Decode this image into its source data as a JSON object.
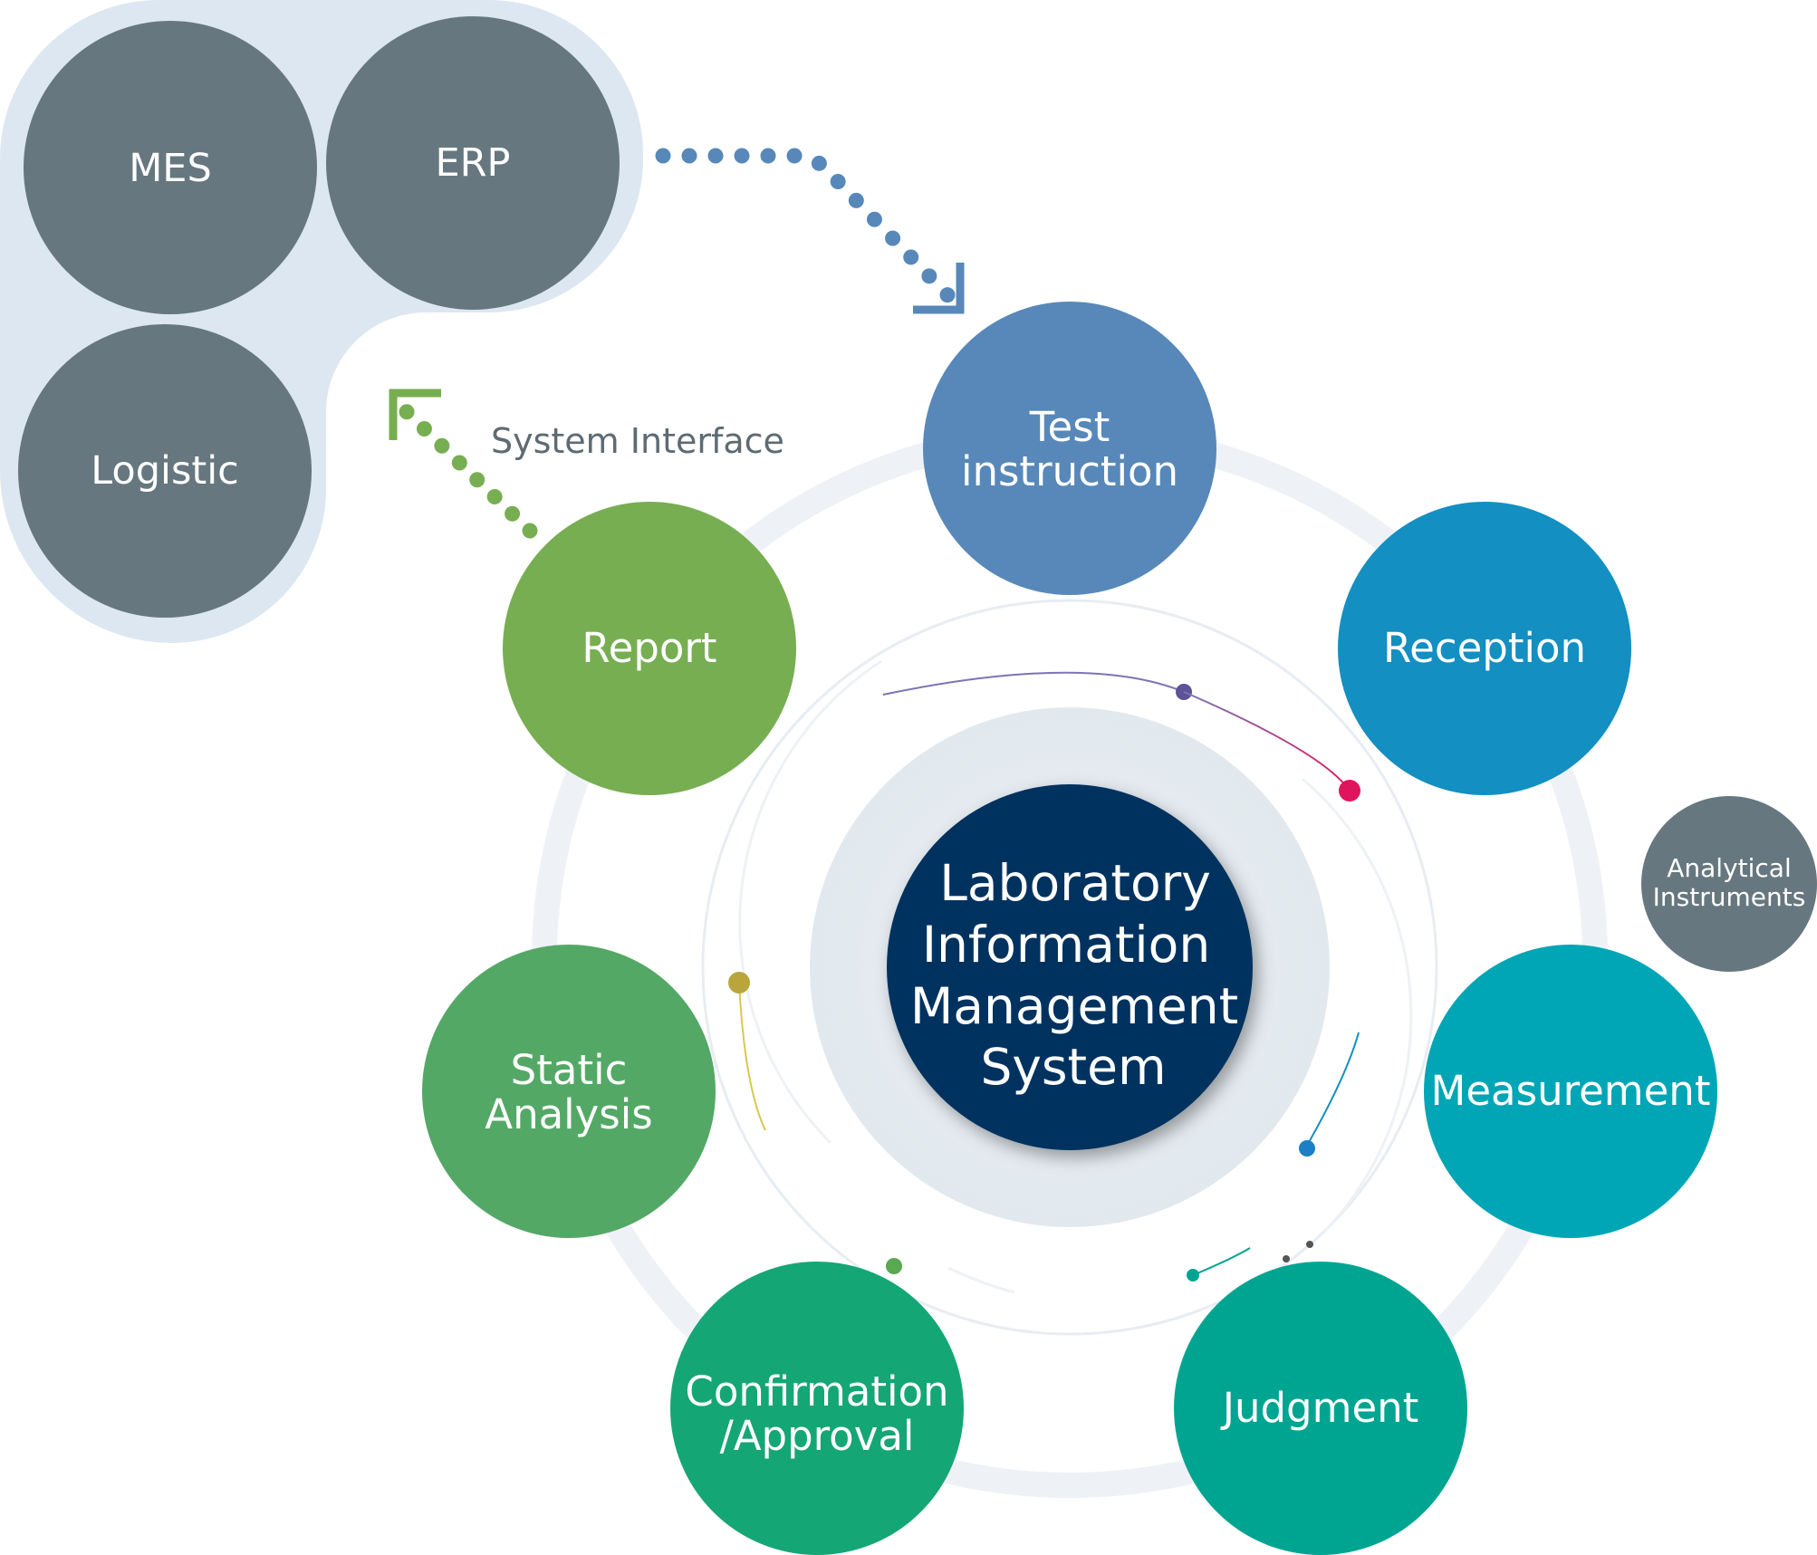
{
  "center": {
    "lines": [
      "Laboratory",
      "Information",
      "Management",
      "System"
    ],
    "color": "#02305f"
  },
  "external_systems": {
    "panel_color": "#dde7f1",
    "node_color": "#66777f",
    "nodes": [
      {
        "id": "mes",
        "lines": [
          "MES"
        ]
      },
      {
        "id": "erp",
        "lines": [
          "ERP"
        ]
      },
      {
        "id": "logistic",
        "lines": [
          "Logistic"
        ]
      }
    ]
  },
  "interface_label": "System Interface",
  "process_steps": [
    {
      "id": "test-instruction",
      "lines": [
        "Test",
        "instruction"
      ],
      "color": "#5788b9"
    },
    {
      "id": "reception",
      "lines": [
        "Reception"
      ],
      "color": "#138fc2"
    },
    {
      "id": "measurement",
      "lines": [
        "Measurement"
      ],
      "color": "#00a6b5"
    },
    {
      "id": "judgment",
      "lines": [
        "Judgment"
      ],
      "color": "#00a591"
    },
    {
      "id": "confirmation-approval",
      "lines": [
        "Confirmation",
        "/Approval"
      ],
      "color": "#15a676"
    },
    {
      "id": "static-analysis",
      "lines": [
        "Static",
        "Analysis"
      ],
      "color": "#54a866"
    },
    {
      "id": "report",
      "lines": [
        "Report"
      ],
      "color": "#77ae52"
    }
  ],
  "analytical_instruments": {
    "lines": [
      "Analytical",
      "Instruments"
    ],
    "color": "#66777f"
  },
  "arrows": {
    "inbound_color": "#5788b9",
    "outbound_color": "#77ae52"
  },
  "icons": [
    "dotted-arrow-icon",
    "orbit-dot-icon"
  ]
}
